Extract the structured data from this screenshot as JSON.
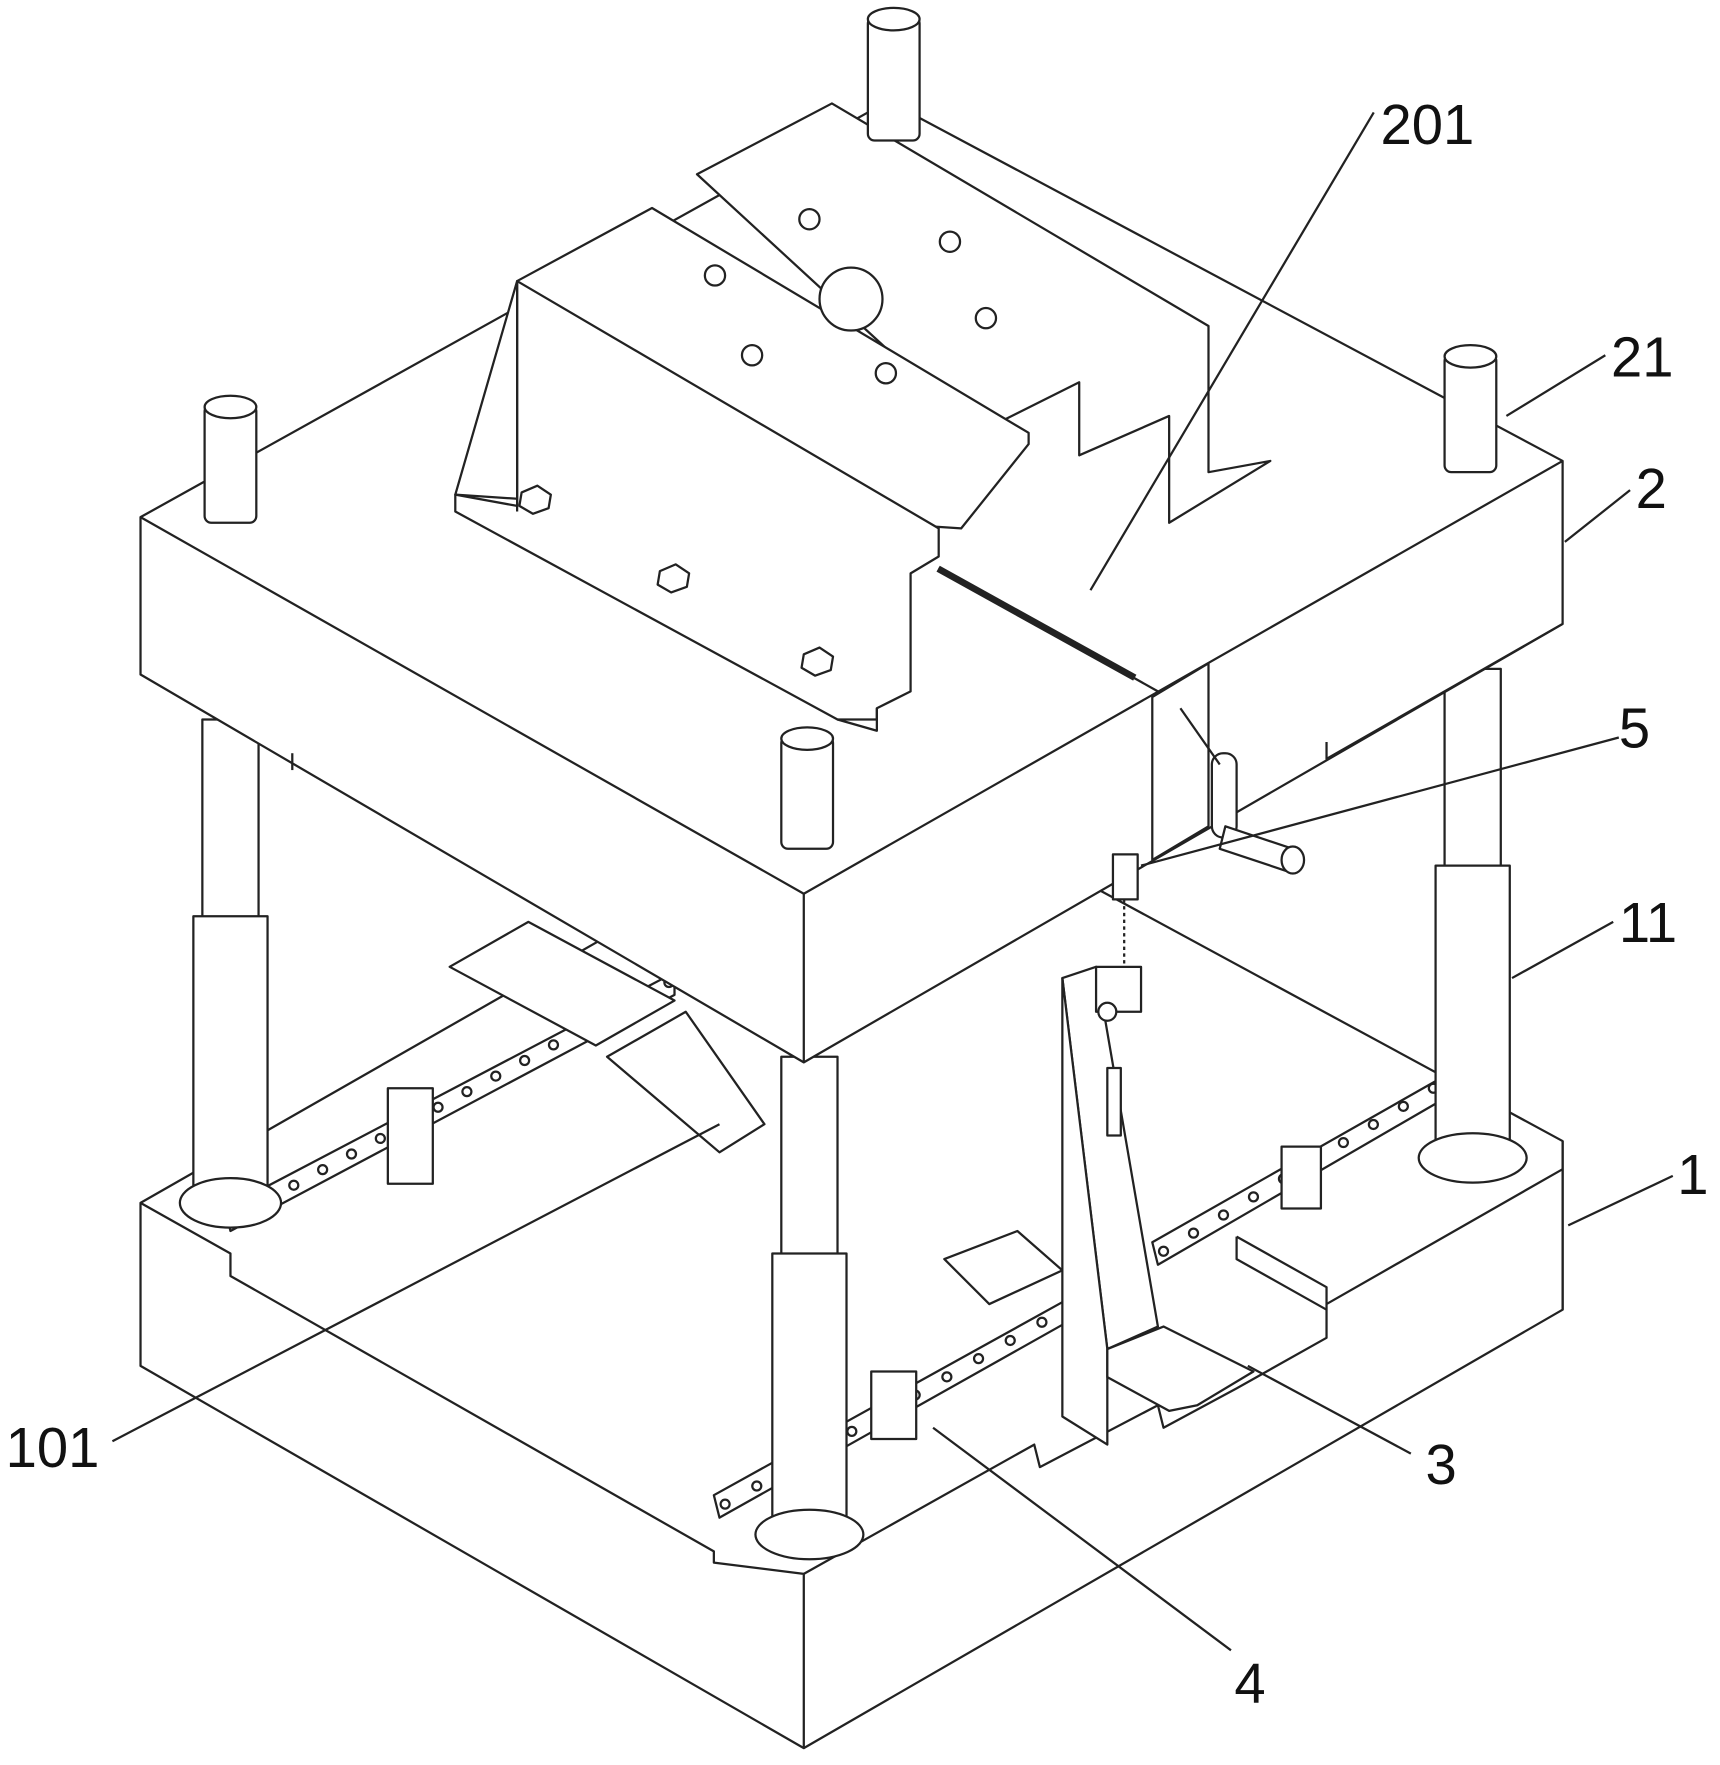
{
  "figure": {
    "labels": {
      "l201": "201",
      "l21": "21",
      "l2": "2",
      "l5": "5",
      "l11": "11",
      "l1": "1",
      "l3": "3",
      "l4": "4",
      "l101": "101"
    }
  }
}
